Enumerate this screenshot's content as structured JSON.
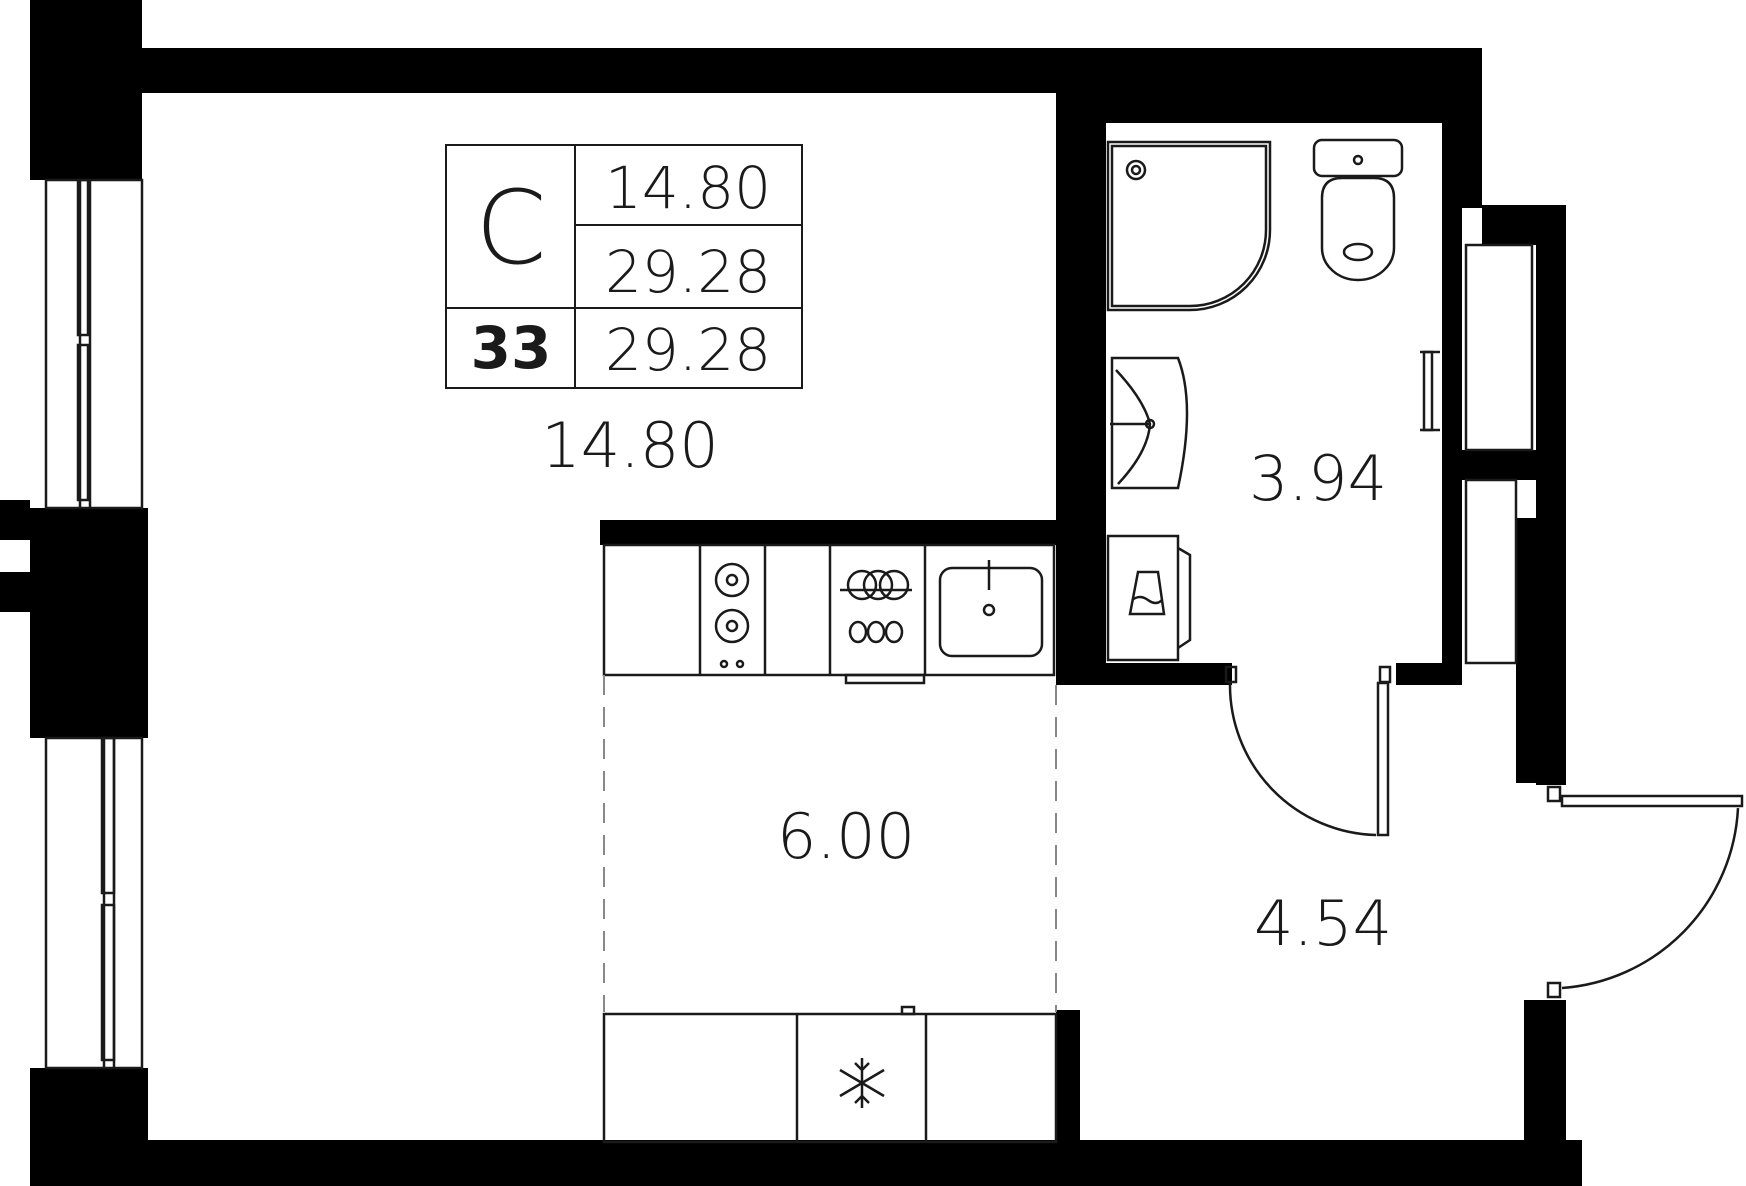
{
  "legend": {
    "type_letter": "С",
    "apartment_number": "33",
    "living_area": "14.80",
    "total_area": "29.28",
    "total_area_with_balcony": "29.28"
  },
  "rooms": {
    "living_room": "14.80",
    "kitchen": "6.00",
    "bathroom": "3.94",
    "hallway": "4.54"
  },
  "icons": [
    "snowflake-icon",
    "stove-icon",
    "oven-icon",
    "sink-icon",
    "shower-icon",
    "toilet-icon",
    "washbasin-icon",
    "washing-machine-icon"
  ],
  "colors": {
    "walls": "#000000",
    "lines": "#1a1a1a",
    "background": "#ffffff"
  }
}
